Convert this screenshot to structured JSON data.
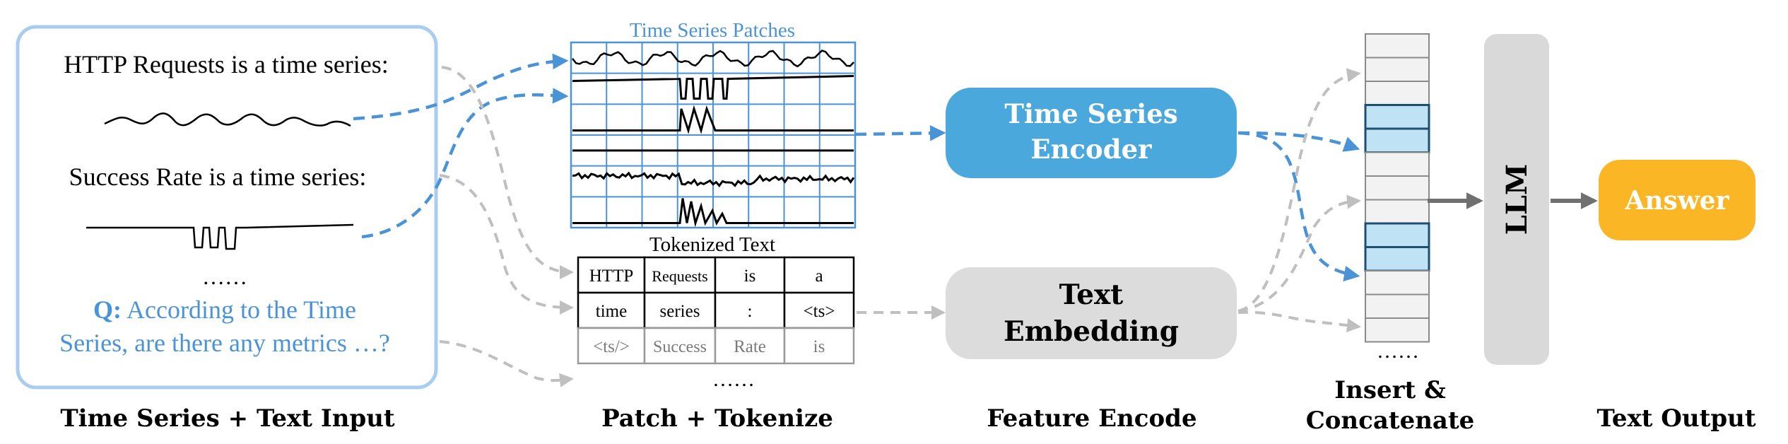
{
  "colors": {
    "blue_accent": "#4a93d6",
    "encoder_fill": "#4aa8dd",
    "panel_stroke": "#a9cdef",
    "text_embed_fill": "#dcdcdc",
    "llm_fill": "#d9d9d9",
    "answer_fill": "#fbb626",
    "token_cell_fill": "#bfe3f5",
    "gray_arrow": "#bfbfbf",
    "dark_arrow": "#707070",
    "stack_fill": "#f2f2f2"
  },
  "input": {
    "http_label": "HTTP Requests is a time series:",
    "success_label": "Success Rate is a time series:",
    "ellipsis": "……",
    "question_prefix": "Q:",
    "question_line1": " According to the Time",
    "question_line2": "Series, are there any metrics …?"
  },
  "patches": {
    "title": "Time Series Patches"
  },
  "tokens": {
    "title": "Tokenized Text",
    "rows": [
      [
        "HTTP",
        "Requests",
        "is",
        "a"
      ],
      [
        "time",
        "series",
        ":",
        "<ts>"
      ],
      [
        "<ts/>",
        "Success",
        "Rate",
        "is"
      ]
    ],
    "ellipsis": "……"
  },
  "encoders": {
    "ts_encoder_line1": "Time Series",
    "ts_encoder_line2": "Encoder",
    "text_embedding_line1": "Text",
    "text_embedding_line2": "Embedding"
  },
  "stack": {
    "ellipsis": "……"
  },
  "llm": {
    "label": "LLM"
  },
  "answer": {
    "label": "Answer"
  },
  "stages": {
    "stage1": "Time Series + Text Input",
    "stage2": "Patch + Tokenize",
    "stage3": "Feature Encode",
    "stage4_line1": "Insert &",
    "stage4_line2": "Concatenate",
    "stage5": "Text Output"
  }
}
